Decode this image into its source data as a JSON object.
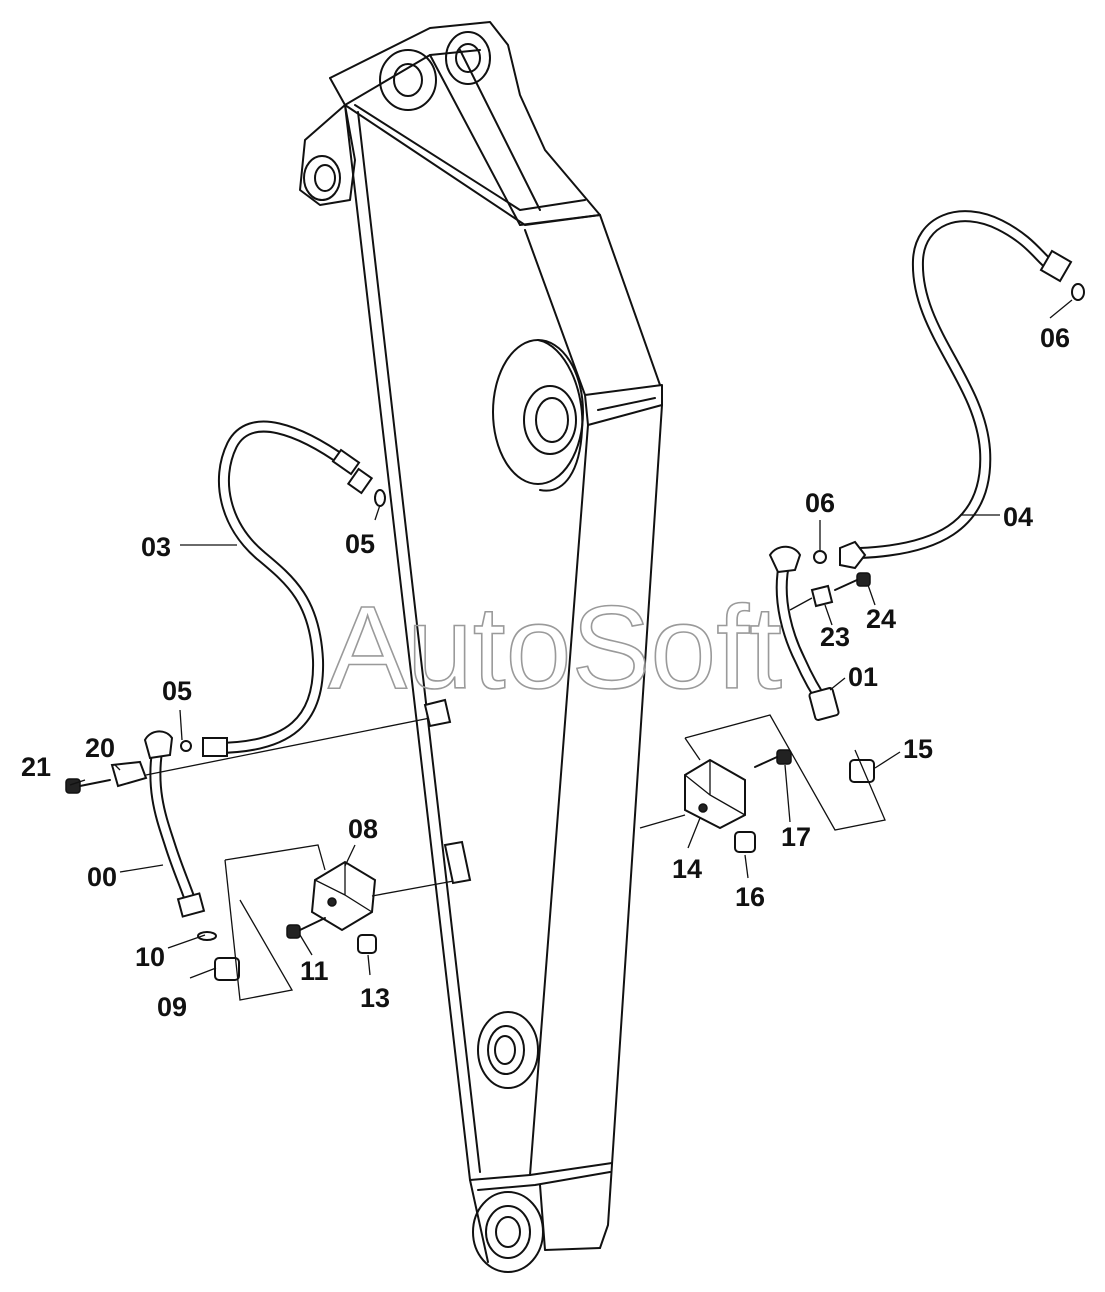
{
  "watermark": "AutoSoft",
  "callouts": {
    "c00": "00",
    "c01": "01",
    "c03": "03",
    "c04": "04",
    "c05a": "05",
    "c05b": "05",
    "c06a": "06",
    "c06b": "06",
    "c08": "08",
    "c09": "09",
    "c10": "10",
    "c11": "11",
    "c13": "13",
    "c14": "14",
    "c15": "15",
    "c16": "16",
    "c17": "17",
    "c20": "20",
    "c21": "21",
    "c23": "23",
    "c24": "24"
  }
}
